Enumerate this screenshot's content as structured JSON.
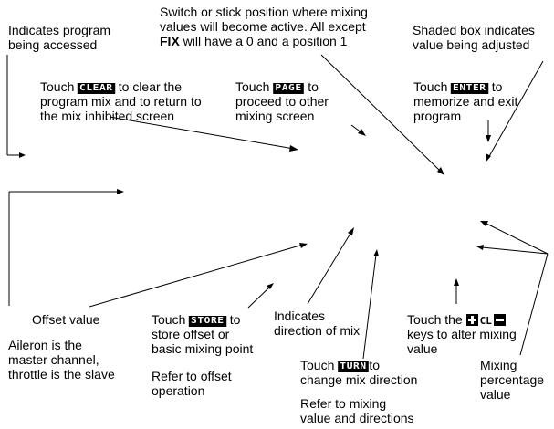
{
  "labels": {
    "program_accessed": [
      "Indicates program",
      "being accessed"
    ],
    "switch_position": [
      "Switch or stick position where mixing",
      "values will become active. All except"
    ],
    "switch_fix_word": "FIX",
    "switch_fix_rest": " will have a 0 and a position 1",
    "shaded_box": [
      "Shaded box indicates",
      "value being adjusted"
    ],
    "clear": {
      "pre": "Touch ",
      "key": "CLEAR",
      "post": " to clear the",
      "line2": "program mix and to return to",
      "line3": "the mix inhibited screen"
    },
    "page": {
      "pre": "Touch ",
      "key": "PAGE",
      "post": " to",
      "line2": "proceed to other",
      "line3": "mixing screen"
    },
    "enter": {
      "pre": "Touch ",
      "key": "ENTER",
      "post": " to",
      "line2": "memorize and exit",
      "line3": "program"
    },
    "offset_value": "Offset value",
    "aileron": [
      "Aileron is the",
      "master channel,",
      "throttle is the slave"
    ],
    "store": {
      "pre": "Touch ",
      "key": "STORE",
      "post": " to",
      "line2": "store offset or",
      "line3": "basic mixing point"
    },
    "refer_offset": [
      "Refer to offset",
      "operation"
    ],
    "direction_of_mix": [
      "Indicates",
      "direction of mix"
    ],
    "turn": {
      "pre": "Touch ",
      "key": "TURN",
      "post": "to",
      "line2": "change mix direction"
    },
    "refer_mixing": [
      "Refer to mixing",
      "value and directions"
    ],
    "alter_keys": {
      "pre": "Touch the ",
      "cl": "CL",
      "line2": "keys to alter mixing",
      "line3": "value"
    },
    "mixing_percentage": [
      "Mixing",
      "percentage",
      "value"
    ]
  }
}
